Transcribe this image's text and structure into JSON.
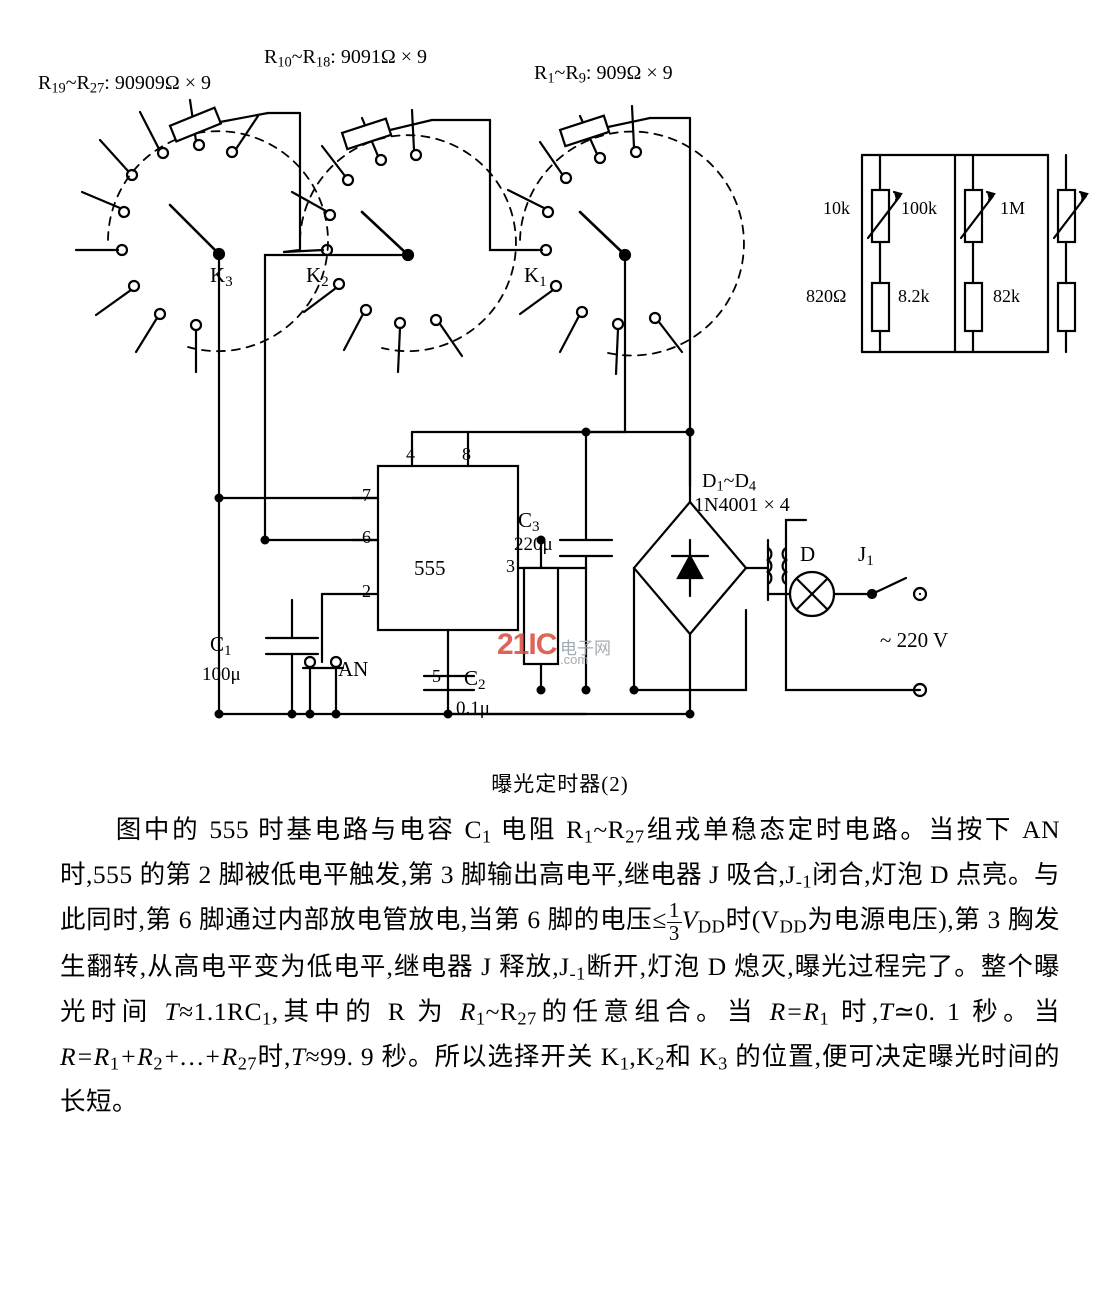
{
  "figure": {
    "caption": "曝光定时器(2)",
    "resistor_banks": [
      {
        "id": "bank-r19",
        "text": "R19~R27: 90909Ω × 9",
        "base": "R",
        "s1": "19",
        "mid": "~R",
        "s2": "27",
        "tail": ": 90909Ω × 9"
      },
      {
        "id": "bank-r10",
        "text": "R10~R18: 9091Ω × 9",
        "base": "R",
        "s1": "10",
        "mid": "~R",
        "s2": "18",
        "tail": ": 9091Ω × 9"
      },
      {
        "id": "bank-r1",
        "text": "R1~R9: 909Ω × 9",
        "base": "R",
        "s1": "1",
        "mid": "~R",
        "s2": "9",
        "tail": ": 909Ω × 9"
      }
    ],
    "switches": [
      {
        "name": "K",
        "sub": "3"
      },
      {
        "name": "K",
        "sub": "2"
      },
      {
        "name": "K",
        "sub": "1"
      }
    ],
    "trimmers": [
      {
        "top": "10k",
        "bottom": "820Ω"
      },
      {
        "top": "100k",
        "bottom": "8.2k"
      },
      {
        "top": "1M",
        "bottom": "82k"
      }
    ],
    "ic": {
      "label": "555",
      "pins": [
        "4",
        "8",
        "7",
        "6",
        "2",
        "3",
        "5"
      ]
    },
    "components": [
      {
        "name": "C1",
        "base": "C",
        "sub": "1",
        "value": "100μ"
      },
      {
        "name": "C2",
        "base": "C",
        "sub": "2",
        "value": "0.1μ"
      },
      {
        "name": "C3",
        "base": "C",
        "sub": "3",
        "value": "220μ"
      },
      {
        "name": "AN",
        "base": "AN",
        "sub": "",
        "value": ""
      },
      {
        "name": "D",
        "base": "D",
        "sub": "",
        "value": ""
      },
      {
        "name": "J1",
        "base": "J",
        "sub": "1",
        "value": ""
      }
    ],
    "diode_bridge": {
      "line1_base": "D",
      "line1_sub1": "1",
      "line1_mid": "~D",
      "line1_sub2": "4",
      "line2": "1N4001 × 4"
    },
    "mains": "~ 220 V"
  },
  "text": {
    "p1_indent": "",
    "p1": "图中的 555 时基电路与电容 C₁ 电阻 R₁~R₂₇组戎单稳态定时电路。当按下 AN 时,555 的第 2 脚被低电平触发,第 3 脚输出高电平,继电器 J 吸合,J₋₁闭合,灯泡 D 点亮。与此同时,第 6 脚通过内部放电管放电,当第 6 脚的电压≤",
    "frac_num": "1",
    "frac_den": "3",
    "p2": "V₁ᴅᴅ时(V₍DD₎为电源电压),第 3 胸发生翻转,从高电平变为低电平,继电器 J 释放,J₋₁断开,灯泡 D 熄灭,曝光过程完了。整个曝光时间 T≈1.1RC₁,其中的 R 为 R₁~R₂₇的任意组合。当 R=R₁ 时,T≃0.1 秒。当 R=R₁+R₂+…+R₂₇时,T≈99.9 秒。所以选择开关 K₁,K₂和 K₃ 的位置,便可决定曝光时间的长短。",
    "segments": {
      "s1": "图中的 555 时基电路与电容 C",
      "s1b": "1",
      "s1c": " 电阻 R",
      "s1d": "1",
      "s1e": "~R",
      "s1f": "27",
      "s1g": "组戎单稳态定时电路。当按下 AN 时,555 的第 2 脚被低电平触发,第 3 脚输出高电平,继电器 J 吸合,J",
      "s1h": "-1",
      "s1i": "闭合,灯泡 D 点亮。与此同时,第 6 脚通过内部放电管放电,当第 6 脚的电压≤",
      "s2a": "V",
      "s2b": "DD",
      "s2c": "时(V",
      "s2d": "DD",
      "s2e": "为电源电压),第 3 胸发生翻转,从高电平变为低电平,继电器 J 释放,J",
      "s2f": "-1",
      "s2g": "断开,灯泡 D 熄灭,曝光过程完了。整个曝光时间 ",
      "s2h": "T",
      "s2i": "≈1.1RC",
      "s2j": "1",
      "s2k": ",其中的 R 为 ",
      "s2l": "R",
      "s2m": "1",
      "s2n": "~R",
      "s2o": "27",
      "s2p": "的任意组合。当 ",
      "s2q": "R=R",
      "s2r": "1",
      "s2s": " 时,",
      "s2t": "T",
      "s2u": "≃0. 1 秒。当 ",
      "s2v": "R=R",
      "s2w": "1",
      "s2x": "+R",
      "s2y": "2",
      "s2z": "+…+",
      "s3a": "R",
      "s3b": "27",
      "s3c": "时,",
      "s3d": "T",
      "s3e": "≈99. 9 秒。所以选择开关 K",
      "s3f": "1",
      "s3g": ",K",
      "s3h": "2",
      "s3i": "和 K",
      "s3j": "3",
      "s3k": " 的位置,便可决定曝光时间的长短。"
    }
  },
  "watermark": {
    "main": "21IC",
    "site": "电子网",
    "dotcom": ".com"
  }
}
